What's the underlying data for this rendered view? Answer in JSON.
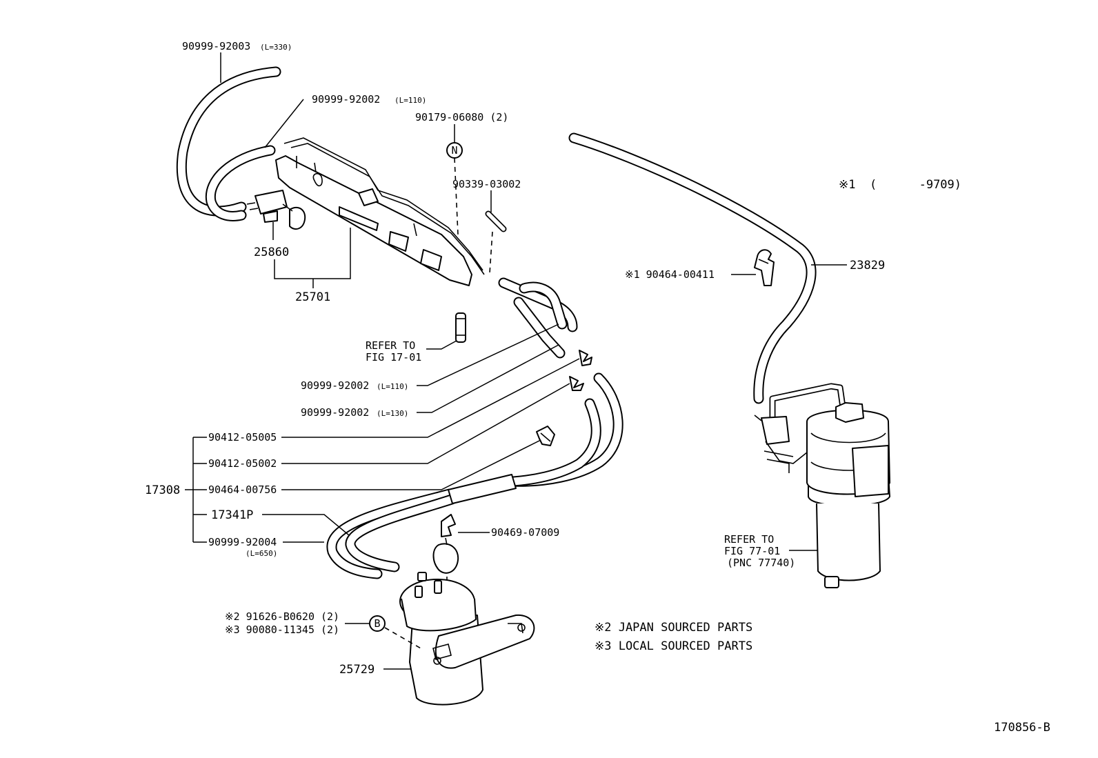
{
  "figure_number": "170856-B",
  "legend": {
    "note1": "※1  (      -9709)",
    "note2": "※2 JAPAN SOURCED PARTS",
    "note3": "※3 LOCAL SOURCED PARTS"
  },
  "symbols": {
    "n": "N",
    "b": "B"
  },
  "labels": {
    "hose_92003_part": "90999-92003",
    "hose_92003_len": "(L=330)",
    "hose_92002_top_part": "90999-92002",
    "hose_92002_top_len": "(L=110)",
    "bolt_06080": "90179-06080 (2)",
    "pipe_03002": "90339-03002",
    "vsv_25860": "25860",
    "bracket_25701": "25701",
    "refer_17_01_a": "REFER TO",
    "refer_17_01_b": "FIG 17-01",
    "hose_92002_mid_part": "90999-92002",
    "hose_92002_mid_len": "(L=110)",
    "hose_92002_130_part": "90999-92002",
    "hose_92002_130_len": "(L=130)",
    "clip_05005": "90412-05005",
    "clip_05002": "90412-05002",
    "clamp_00756": "90464-00756",
    "group_17308": "17308",
    "tube_17341p": "17341P",
    "hose_92004_part": "90999-92004",
    "hose_92004_len": "(L=650)",
    "clip_07009": "90469-07009",
    "bolt_b0620": "※2 91626-B0620 (2)",
    "bolt_11345": "※3 90080-11345 (2)",
    "valve_25729": "25729",
    "clamp_00411": "※1 90464-00411",
    "hose_23829": "23829",
    "refer_77_01_a": "REFER TO",
    "refer_77_01_b": "FIG 77-01",
    "refer_77_01_c": "(PNC 77740)"
  }
}
